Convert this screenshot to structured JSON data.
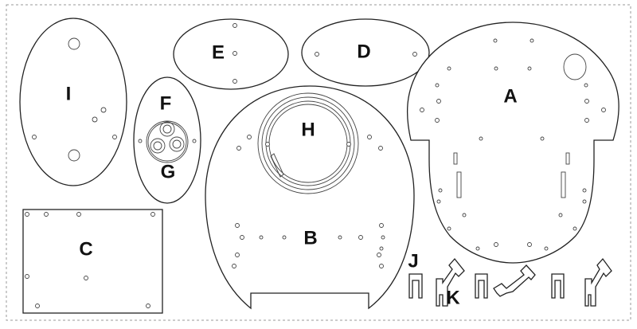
{
  "parts": {
    "A": "A",
    "B": "B",
    "C": "C",
    "D": "D",
    "E": "E",
    "F": "F",
    "G": "G",
    "H": "H",
    "I": "I",
    "J": "J",
    "K": "K"
  },
  "colors": {
    "line": "#222222",
    "border": "#9a9a9a",
    "background": "#ffffff"
  }
}
